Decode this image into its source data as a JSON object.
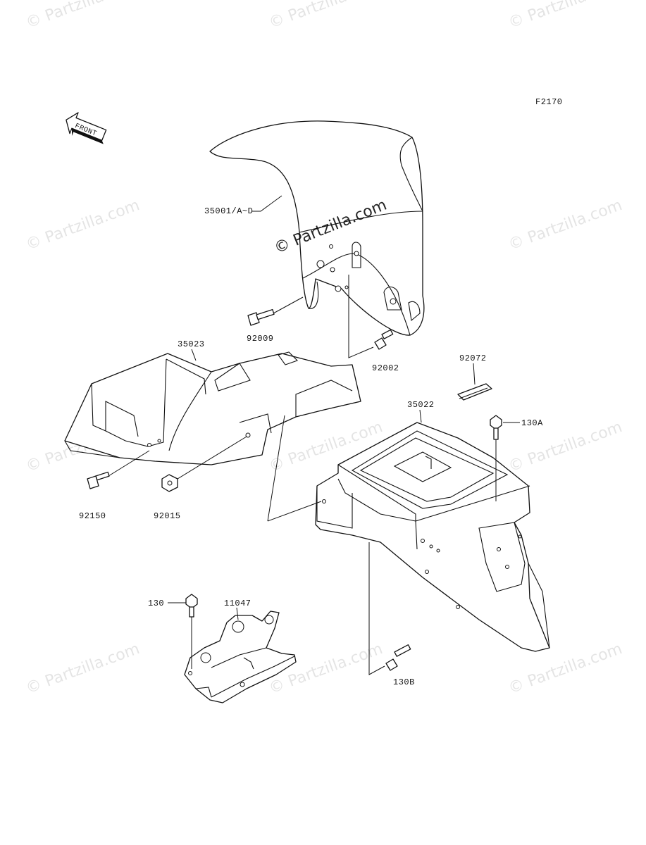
{
  "diagram_id": "F2170",
  "front_arrow_label": "FRONT",
  "center_watermark": "© Partzilla.com",
  "watermark": "© Partzilla.com",
  "parts": {
    "front_fender": "35001/A~D",
    "front_fender_bolt": "92009",
    "rear_fender_bolt": "92002",
    "rear_fender_front": "35023",
    "band": "92072",
    "rear_fender_rear": "35022",
    "bolt_130a": "130A",
    "bolt_92150": "92150",
    "nut_92015": "92015",
    "bolt_130": "130",
    "bracket": "11047",
    "bolt_130b": "130B"
  }
}
